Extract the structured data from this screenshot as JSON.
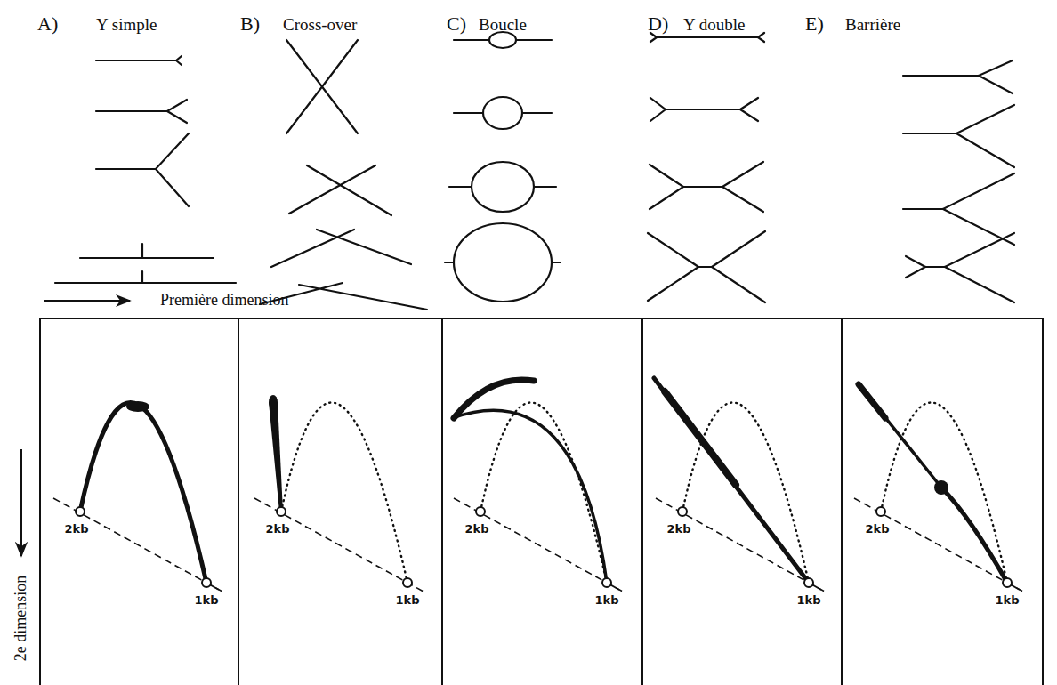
{
  "diagram": {
    "labels": [
      "A)",
      "Y simple",
      "B)",
      "Cross-over",
      "C)",
      "Boucle",
      "D)",
      "Y double",
      "E)",
      "Barrière",
      "Première dimension",
      "2e dimension",
      "2kb",
      "1kb",
      "2kb",
      "1kb",
      "2kb",
      "1kb",
      "2kb",
      "1kb",
      "2kb",
      "1kb"
    ]
  }
}
